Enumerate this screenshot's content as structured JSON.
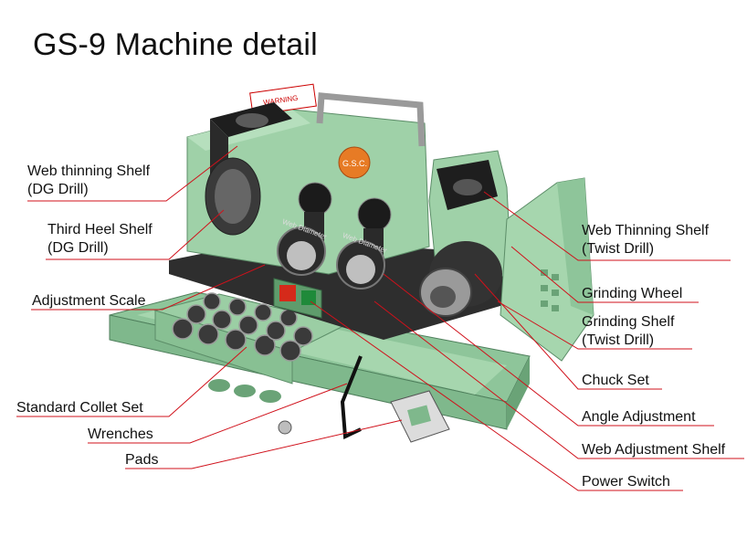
{
  "title": "GS-9 Machine detail",
  "machine": {
    "warning_text": "WARNING",
    "brand_badge": "G.S.C.",
    "dial_label_left": "Web Diameter",
    "dial_label_right": "Web Diameter"
  },
  "labels": {
    "web_thinning_dg_line1": "Web thinning Shelf",
    "web_thinning_dg_line2": "(DG Drill)",
    "third_heel_line1": "Third Heel Shelf",
    "third_heel_line2": "(DG Drill)",
    "adjustment_scale": "Adjustment Scale",
    "standard_collet": "Standard Collet Set",
    "wrenches": "Wrenches",
    "pads": "Pads",
    "web_thinning_twist_line1": "Web Thinning Shelf",
    "web_thinning_twist_line2": "(Twist Drill)",
    "grinding_wheel": "Grinding Wheel",
    "grinding_shelf_line1": "Grinding Shelf",
    "grinding_shelf_line2": "(Twist Drill)",
    "chuck_set": "Chuck Set",
    "angle_adjustment": "Angle Adjustment",
    "web_adjustment_shelf": "Web Adjustment Shelf",
    "power_switch": "Power Switch"
  },
  "colors": {
    "machine_green": "#9fd1a8",
    "dark_green": "#6fae82",
    "leader_red": "#d0111b",
    "metal_dark": "#2a2a2a"
  }
}
